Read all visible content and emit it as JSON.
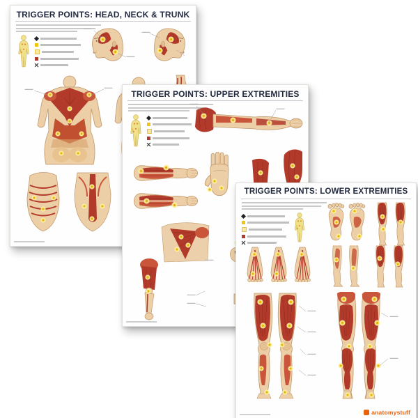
{
  "posters": [
    {
      "id": "head-neck-trunk",
      "title": "TRIGGER POINTS: HEAD, NECK & TRUNK"
    },
    {
      "id": "upper-extremities",
      "title": "TRIGGER POINTS: UPPER EXTREMITIES"
    },
    {
      "id": "lower-extremities",
      "title": "TRIGGER POINTS: LOWER EXTREMITIES"
    }
  ],
  "logo": {
    "text": "anatomystuff"
  },
  "colors": {
    "title_navy": "#222a40",
    "muscle_red": "#b23a2a",
    "muscle_dark": "#8c2a1f",
    "muscle_orange": "#c9563a",
    "skin": "#eccfa6",
    "trigger_yellow": "#f1c40f",
    "trigger_halo": "#fcf0a0",
    "legend_figure_yellow": "#efe08a",
    "logo_orange": "#e8620c",
    "page_background": "#ffffff"
  }
}
